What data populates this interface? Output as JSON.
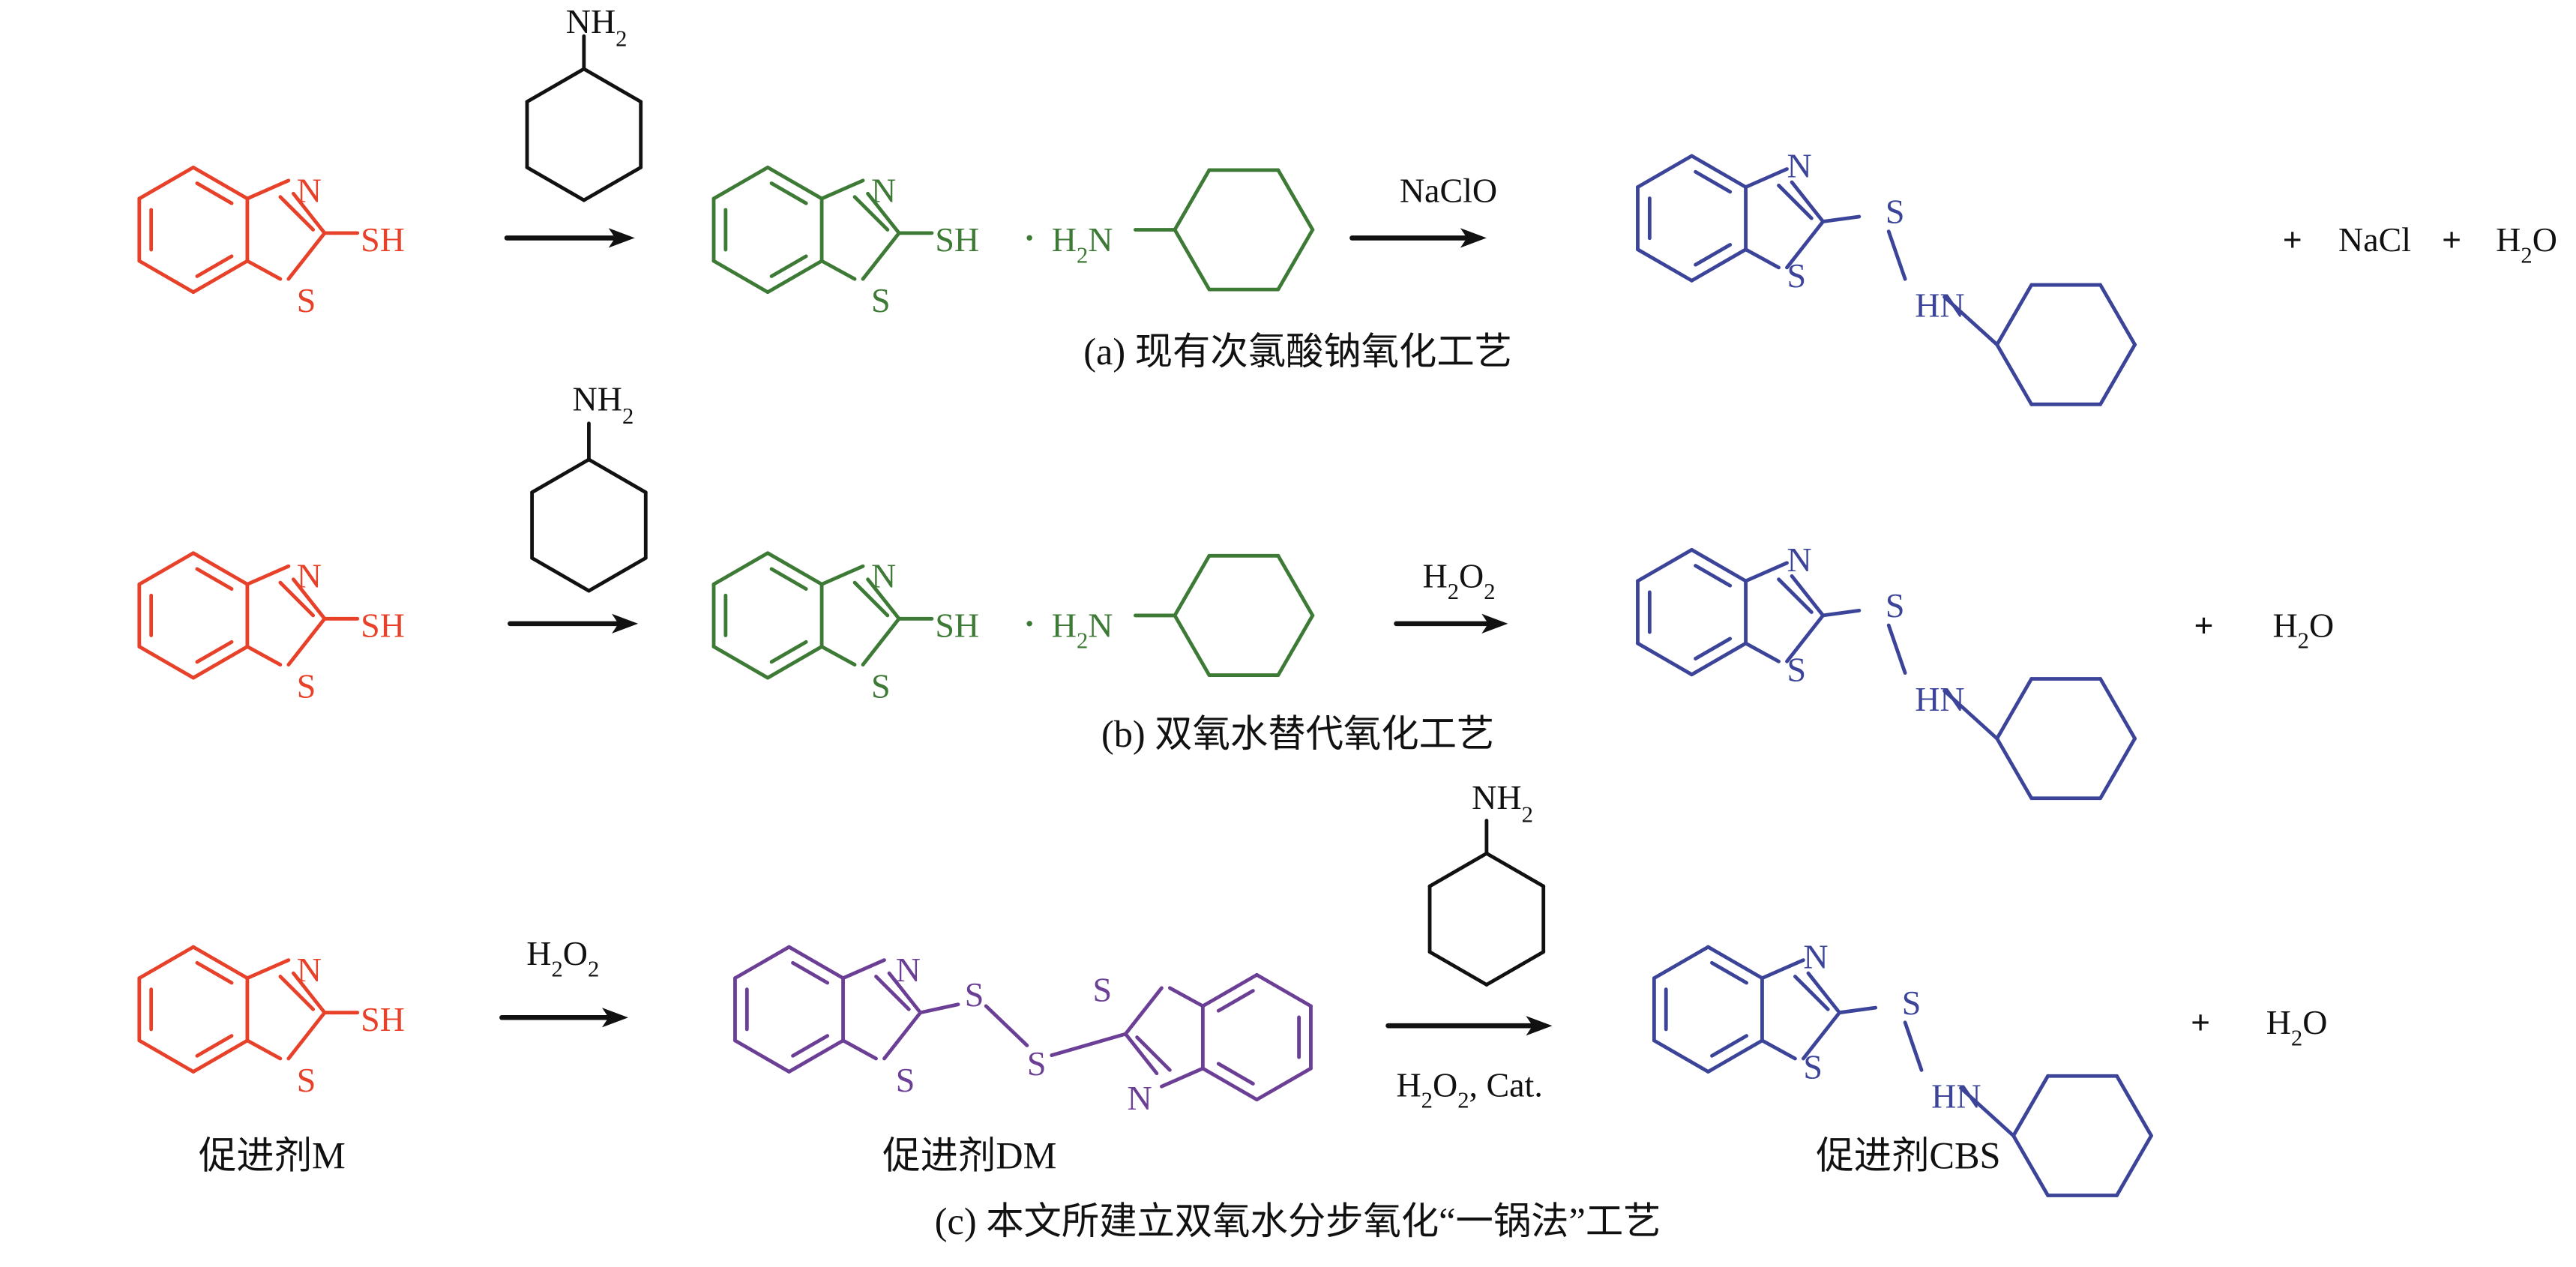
{
  "colors": {
    "m": "#e8412a",
    "salt": "#3d7a35",
    "cbs": "#3b4499",
    "dm": "#6b3f95",
    "reagent": "#111111"
  },
  "atoms": {
    "N": "N",
    "S": "S",
    "SH": "SH",
    "HN": "HN",
    "dot": "·"
  },
  "amine": {
    "main": "NH",
    "sub": "2"
  },
  "amine_salt": {
    "h": "H",
    "sub": "2",
    "n": "N"
  },
  "peroxide": {
    "h": "H",
    "sub1": "2",
    "o": "O",
    "sub2": "2"
  },
  "water": {
    "h": "H",
    "sub": "2",
    "o": "O"
  },
  "plus": "+",
  "row_a": {
    "oxidant": "NaClO",
    "byproduct": "NaCl",
    "caption": "(a) 现有次氯酸钠氧化工艺"
  },
  "row_b": {
    "caption": "(b) 双氧水替代氧化工艺"
  },
  "row_c": {
    "cat_suffix": ", Cat.",
    "label_m": "促进剂M",
    "label_dm": "促进剂DM",
    "label_cbs": "促进剂CBS",
    "caption": "(c) 本文所建立双氧水分步氧化“一锅法”工艺"
  }
}
